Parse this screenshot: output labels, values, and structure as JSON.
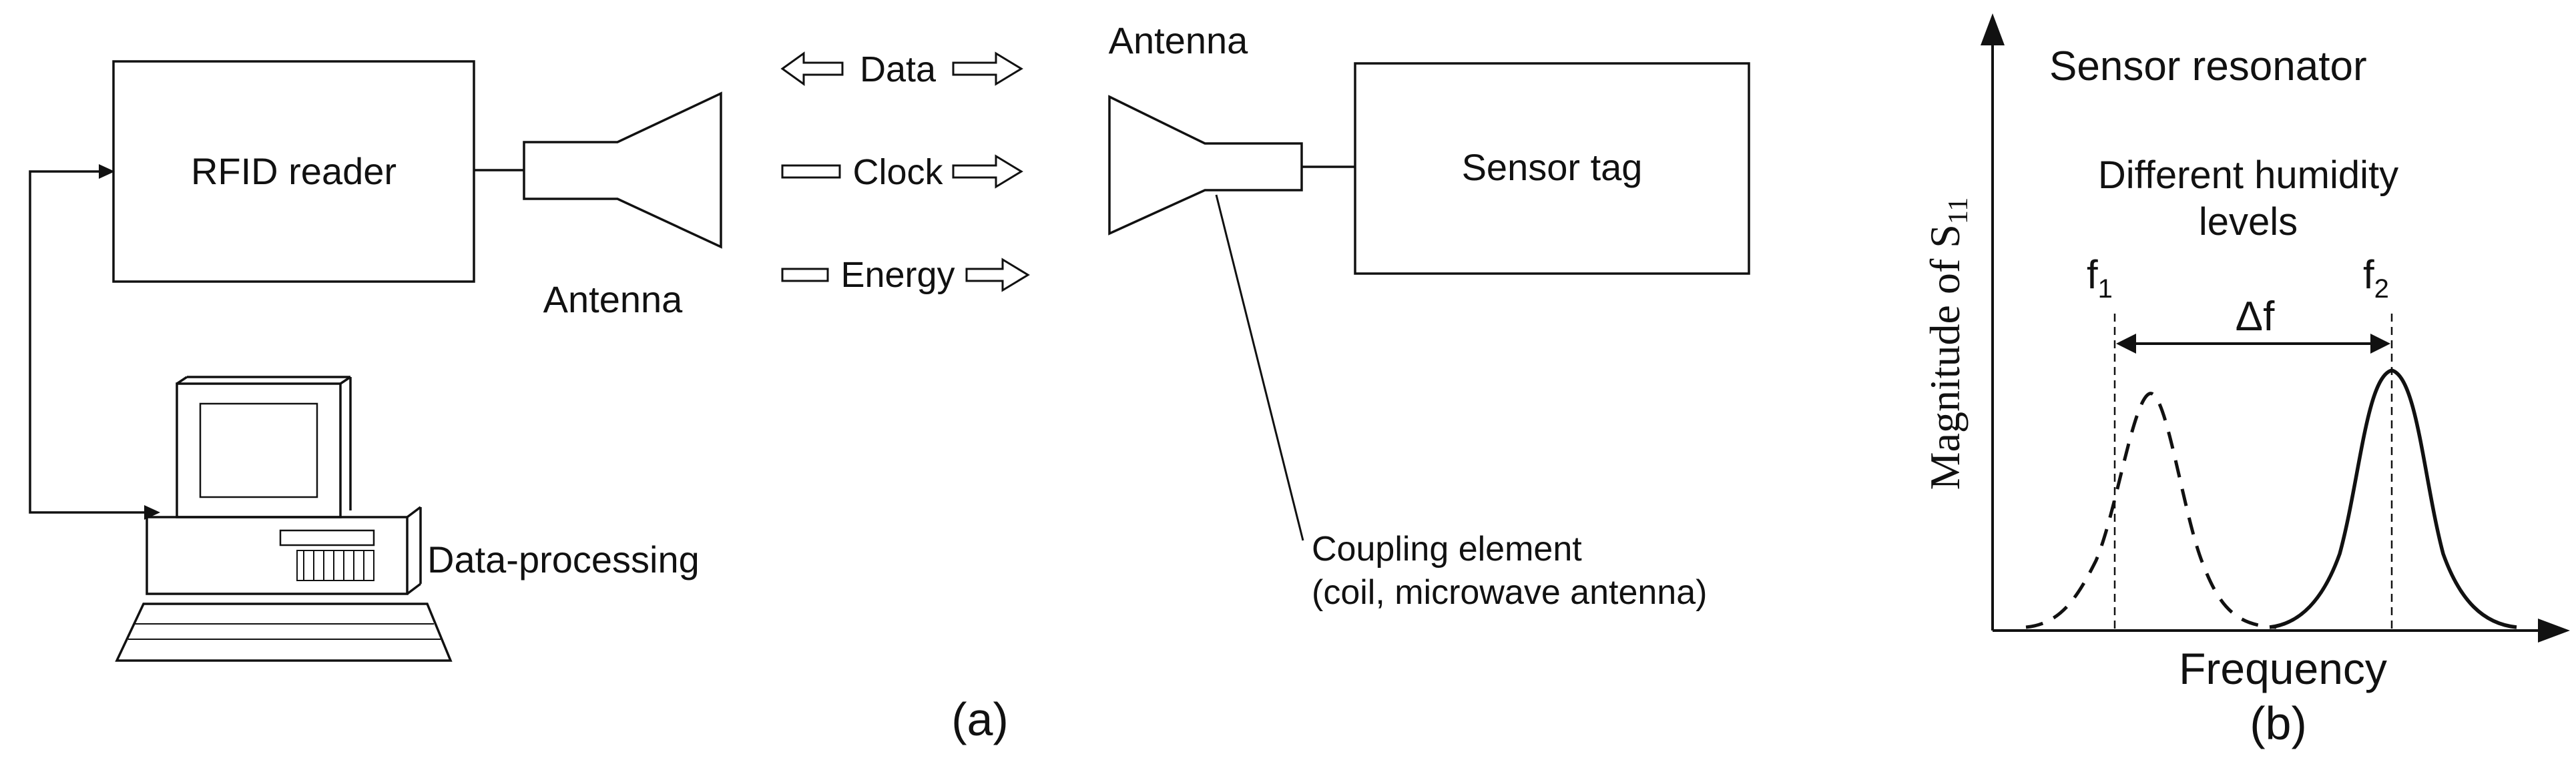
{
  "panel_a": {
    "reader_label": "RFID reader",
    "reader_antenna_label": "Antenna",
    "tag_antenna_label": "Antenna",
    "tag_label": "Sensor tag",
    "signals": {
      "data": "Data",
      "clock": "Clock",
      "energy": "Energy"
    },
    "computer_label": "Data-processing",
    "coupling_line1": "Coupling element",
    "coupling_line2": "(coil, microwave antenna)",
    "caption": "(a)"
  },
  "panel_b": {
    "title": "Sensor resonator",
    "note_line1": "Different humidity",
    "note_line2": "levels",
    "ylabel": "Magnitude of S",
    "ylabel_sub": "11",
    "xlabel": "Frequency",
    "f1_label": "f",
    "f1_sub": "1",
    "f2_label": "f",
    "f2_sub": "2",
    "delta_label": "Δf",
    "caption": "(b)"
  },
  "colors": {
    "ink": "#111111",
    "background": "#ffffff"
  }
}
